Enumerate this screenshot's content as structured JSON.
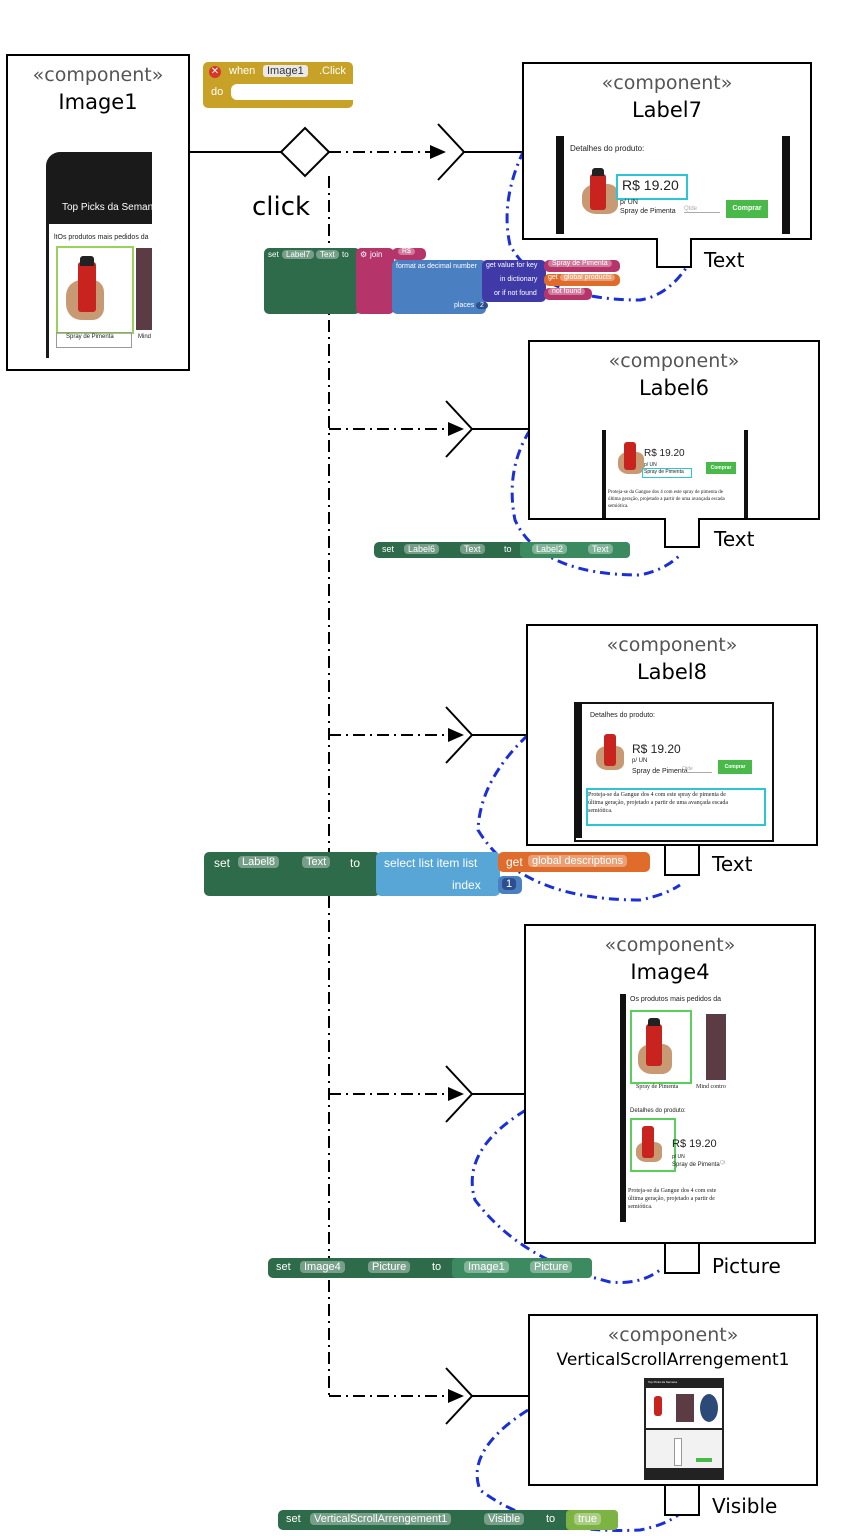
{
  "stereotype": "«component»",
  "image1": {
    "name": "Image1",
    "app_title": "Top Picks da Semana",
    "app_subtitle": "ltOs produtos mais pedidos da",
    "item1": "Spray de Pimenta",
    "item2": "Mind"
  },
  "event_block": {
    "when": "when",
    "component": "Image1",
    "event": ".Click",
    "do": "do"
  },
  "click_label": "click",
  "label7": {
    "name": "Label7",
    "detalhes": "Detalhes do produto:",
    "price": "R$ 19.20",
    "unit": "p/ UN",
    "product": "Spray de Pimenta",
    "qty": "Qtde",
    "buy": "Comprar",
    "property": "Text"
  },
  "block_label7": {
    "set": "set",
    "component": "Label7",
    "prop": "Text",
    "to": "to",
    "join": "join",
    "currency": "R$",
    "format": "format as decimal number",
    "get_value": "get value for key",
    "key": "Spray de Pimenta",
    "in_dict": "in dictionary",
    "get": "get",
    "dict": "global products",
    "not_found_lbl": "or if not found",
    "not_found": "not found",
    "places": "places",
    "places_val": "2"
  },
  "label6": {
    "name": "Label6",
    "price": "R$ 19.20",
    "unit": "p/ UN",
    "product": "Spray de Pimenta",
    "buy": "Comprar",
    "desc1": "Proteja-se da Gangue dos 4 com este spray de pimenta de",
    "desc2": "última geração, projetado a partir de uma avançada escada",
    "desc3": "semiótica.",
    "property": "Text"
  },
  "block_label6": {
    "set": "set",
    "component": "Label6",
    "prop": "Text",
    "to": "to",
    "src": "Label2",
    "src_prop": "Text"
  },
  "label8": {
    "name": "Label8",
    "detalhes": "Detalhes do produto:",
    "price": "R$ 19.20",
    "unit": "p/ UN",
    "product": "Spray de Pimenta",
    "qty": "Qtde",
    "buy": "Comprar",
    "desc1": "Proteja-se da Gangue dos 4 com este spray de pimenta de",
    "desc2": "última geração, projetado a partir de uma avançada escada",
    "desc3": "semiótica.",
    "property": "Text"
  },
  "block_label8": {
    "set": "set",
    "component": "Label8",
    "prop": "Text",
    "to": "to",
    "select": "select list item  list",
    "get": "get",
    "list": "global descriptions",
    "index_lbl": "index",
    "index_val": "1"
  },
  "image4": {
    "name": "Image4",
    "header": "Os produtos mais pedidos da",
    "item1": "Spray de Pimenta",
    "item2": "Mind contro",
    "detalhes": "Detalhes do produto:",
    "price": "R$ 19.20",
    "unit": "p/ UN",
    "product": "Spray de Pimenta",
    "qty": "Qt",
    "desc1": "Proteja-se da Gangue dos 4 com este",
    "desc2": "última geração, projetado a partir de",
    "desc3": "semiótica.",
    "property": "Picture"
  },
  "block_image4": {
    "set": "set",
    "component": "Image4",
    "prop": "Picture",
    "to": "to",
    "src": "Image1",
    "src_prop": "Picture"
  },
  "vsa": {
    "name": "VerticalScrollArrengement1",
    "app_title": "Top Picks da Semana",
    "property": "Visible"
  },
  "block_vsa": {
    "set": "set",
    "component": "VerticalScrollArrengement1",
    "prop": "Visible",
    "to": "to",
    "value": "true"
  },
  "colors": {
    "set_block": "#2e6b4a",
    "text_block": "#b5356b",
    "math_block": "#4a7fc1",
    "dict_block": "#3f3aa7",
    "var_block": "#e06c2c",
    "list_block": "#58a6d6",
    "event_block": "#c8a227",
    "arc": "#1a2fd6",
    "buy": "#49b94a"
  }
}
